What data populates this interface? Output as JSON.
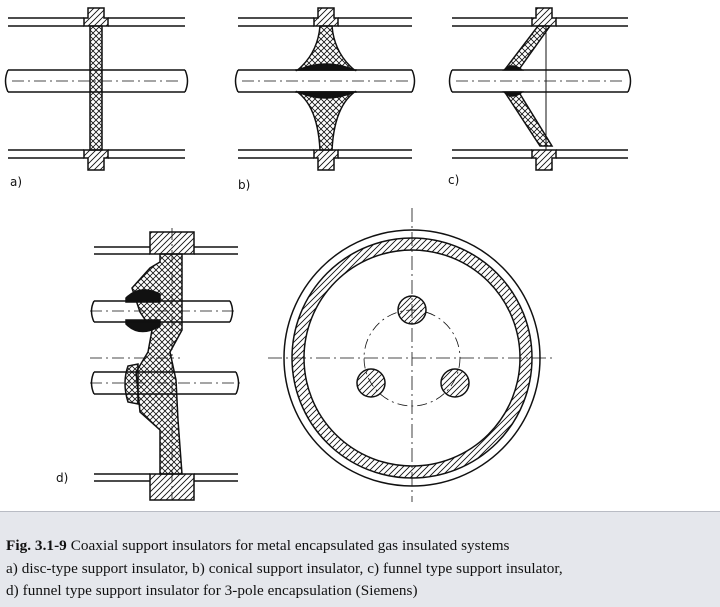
{
  "panels": {
    "a": {
      "label": "a)"
    },
    "b": {
      "label": "b)"
    },
    "c": {
      "label": "c)"
    },
    "d": {
      "label": "d)"
    }
  },
  "caption": {
    "figure_number": "Fig. 3.1-9",
    "title": "Coaxial support insulators for metal encapsulated gas insulated systems",
    "line2": "a) disc-type support insulator, b) conical support insulator, c) funnel type support insulator,",
    "line3": "d) funnel type support insulator for 3-pole encapsulation (Siemens)"
  },
  "colors": {
    "background": "#ffffff",
    "caption_background": "#e5e7ec",
    "line": "#111111"
  }
}
